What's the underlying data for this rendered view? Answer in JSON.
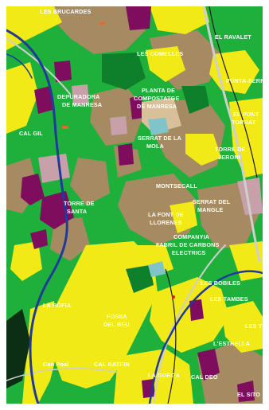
{
  "map": {
    "colors": {
      "forest": "#1fb03c",
      "forest_dark": "#0e7f2b",
      "crops": "#f2ea16",
      "scrub": "#a58a62",
      "urban": "#7e0d5e",
      "industry": "#c7a0aa",
      "river": "#1f3a9a",
      "road": "#cfcfcf",
      "water": "#7ec4c8",
      "quarry": "#d7c09a",
      "olive": "#0c2e14"
    },
    "place_names": [
      {
        "id": "les-brucardes",
        "text": "LES BRUCARDES"
      },
      {
        "id": "la-comella",
        "text": "LES COMELLES"
      },
      {
        "id": "el-xamarall",
        "text": "EL RAVALET"
      },
      {
        "id": "depuradora-1",
        "text": "DEPURADORA"
      },
      {
        "id": "depuradora-2",
        "text": "DE MANRESA"
      },
      {
        "id": "planta-1",
        "text": "PLANTA DE"
      },
      {
        "id": "planta-2",
        "text": "COMPOSTATGE"
      },
      {
        "id": "planta-3",
        "text": "DE MANRESA"
      },
      {
        "id": "punta-serra",
        "text": "PUNTA-SERRA"
      },
      {
        "id": "el-pont-1",
        "text": "EL PONT"
      },
      {
        "id": "el-pont-2",
        "text": "TORRAT"
      },
      {
        "id": "cal-gil",
        "text": "CAL GIL"
      },
      {
        "id": "serralada-1",
        "text": "SERRAT DE LA"
      },
      {
        "id": "serralada-2",
        "text": "MOLA"
      },
      {
        "id": "torre-1",
        "text": "TORRE DE"
      },
      {
        "id": "torre-2",
        "text": "JERONI"
      },
      {
        "id": "montsecall",
        "text": "MONTSECALL"
      },
      {
        "id": "torre-santa-1",
        "text": "TORRE DE"
      },
      {
        "id": "torre-santa-2",
        "text": "SANTA"
      },
      {
        "id": "serrat-1",
        "text": "SERRAT DEL"
      },
      {
        "id": "serrat-2",
        "text": "MANGLE"
      },
      {
        "id": "la-font-1",
        "text": "LA FONT DE"
      },
      {
        "id": "la-font-2",
        "text": "LLORENES"
      },
      {
        "id": "companyia-1",
        "text": "COMPANYIA"
      },
      {
        "id": "companyia-2",
        "text": "FABRIL DE CARBONS"
      },
      {
        "id": "companyia-3",
        "text": "ELECTRICS"
      },
      {
        "id": "les-bolques",
        "text": "LES BOBILES"
      },
      {
        "id": "los-tinkos",
        "text": "LES TAMBES"
      },
      {
        "id": "la-bofia",
        "text": "LA BÒFIA"
      },
      {
        "id": "fossa-1",
        "text": "FOSSA"
      },
      {
        "id": "fossa-2",
        "text": "DEL BEU"
      },
      {
        "id": "can-poal",
        "text": "Can Poal"
      },
      {
        "id": "cal-martin",
        "text": "CAL BATEIN"
      },
      {
        "id": "la-bona",
        "text": "LA GORGA"
      },
      {
        "id": "lestrella",
        "text": "L'ESTRELLA"
      },
      {
        "id": "el-sito",
        "text": "EL SITO"
      },
      {
        "id": "cal-deo",
        "text": "CAL DEO"
      },
      {
        "id": "les-xiques",
        "text": "LES TOSSES"
      }
    ]
  }
}
